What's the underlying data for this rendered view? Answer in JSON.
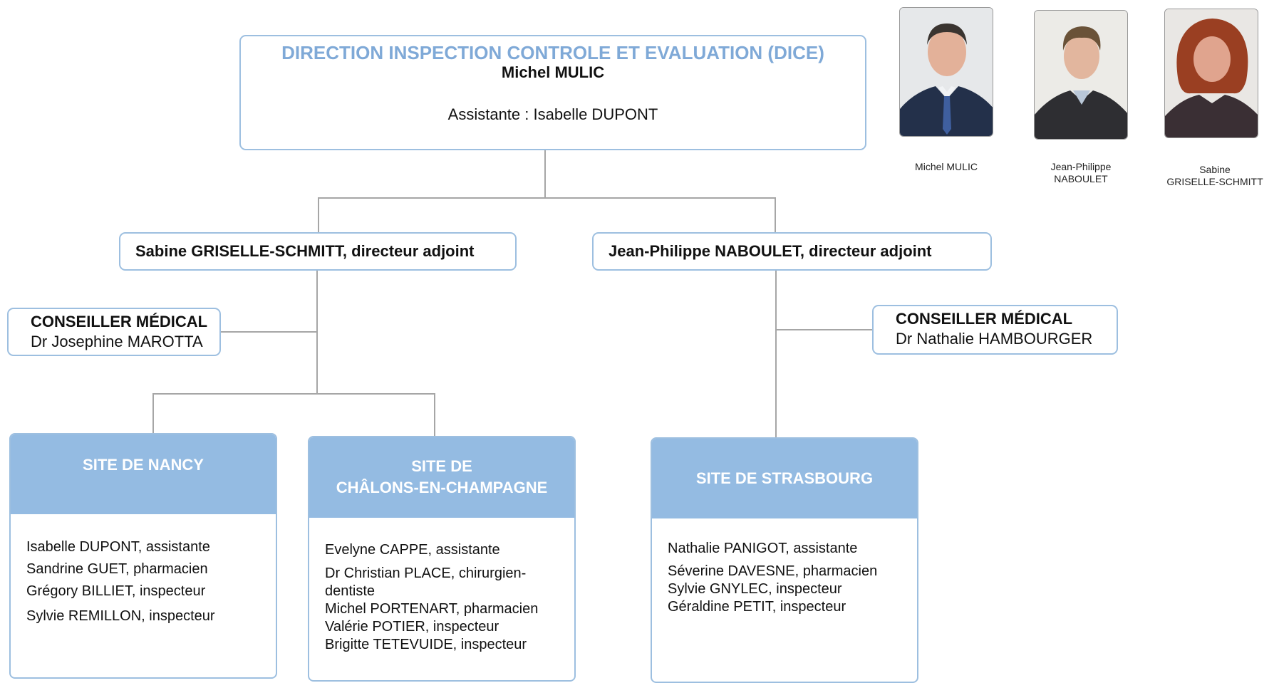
{
  "direction": {
    "title": "DIRECTION INSPECTION CONTROLE ET EVALUATION (DICE)",
    "head": "Michel MULIC",
    "assistant": "Assistante : Isabelle DUPONT"
  },
  "deputies": [
    {
      "label": "Sabine GRISELLE-SCHMITT, directeur adjoint"
    },
    {
      "label": "Jean-Philippe NABOULET, directeur adjoint"
    }
  ],
  "advisors": [
    {
      "title": "CONSEILLER MÉDICAL",
      "name": "Dr Josephine MAROTTA"
    },
    {
      "title": "CONSEILLER MÉDICAL",
      "name": "Dr Nathalie HAMBOURGER"
    }
  ],
  "sites": [
    {
      "title_lines": [
        "SITE DE NANCY"
      ],
      "members": [
        "Isabelle DUPONT, assistante",
        "Sandrine GUET, pharmacien",
        "Grégory BILLIET, inspecteur",
        "Sylvie REMILLON, inspecteur"
      ]
    },
    {
      "title_lines": [
        "SITE DE",
        "CHÂLONS-EN-CHAMPAGNE"
      ],
      "members": [
        "Evelyne CAPPE, assistante",
        "Dr Christian PLACE, chirurgien-",
        "dentiste",
        "Michel PORTENART, pharmacien",
        "Valérie POTIER, inspecteur",
        "Brigitte TETEVUIDE, inspecteur"
      ]
    },
    {
      "title_lines": [
        "SITE DE STRASBOURG"
      ],
      "members": [
        "Nathalie PANIGOT, assistante",
        "Séverine DAVESNE, pharmacien",
        "Sylvie GNYLEC, inspecteur",
        "Géraldine PETIT, inspecteur"
      ]
    }
  ],
  "portraits": [
    {
      "caption_lines": [
        "Michel MULIC"
      ]
    },
    {
      "caption_lines": [
        "Jean-Philippe",
        "NABOULET"
      ]
    },
    {
      "caption_lines": [
        "Sabine",
        "GRISELLE-SCHMITT"
      ]
    }
  ],
  "colors": {
    "title_blue": "#7fa9d7",
    "site_header_blue": "#94bbe2",
    "box_border": "#9dbfe0",
    "connector": "#a6a6a6"
  }
}
